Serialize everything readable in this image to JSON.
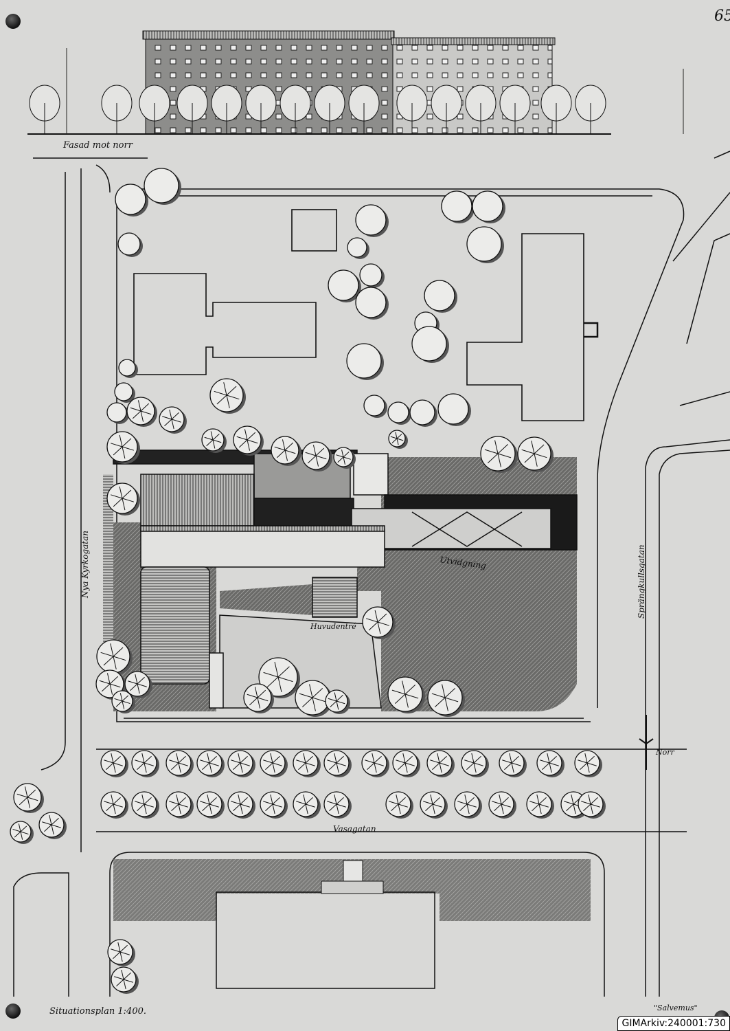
{
  "sheet_number": "65",
  "elevation_title": "Fasad mot norr",
  "plan_title": "Situationsplan 1:400.",
  "streets": {
    "west": "Nya Kyrkogatan",
    "east": "Sprängkullsgatan",
    "south": "Vasagatan"
  },
  "annotations": {
    "extension": "Utvidgning",
    "main_entrance": "Huvudentré",
    "north_arrow": "Norr",
    "motto": "\"Salvemus\""
  },
  "archive_id": "GIMArkiv:240001:730",
  "colors": {
    "paper": "#d9d9d7",
    "ink": "#111111",
    "hatch": "#6e6e6e"
  }
}
